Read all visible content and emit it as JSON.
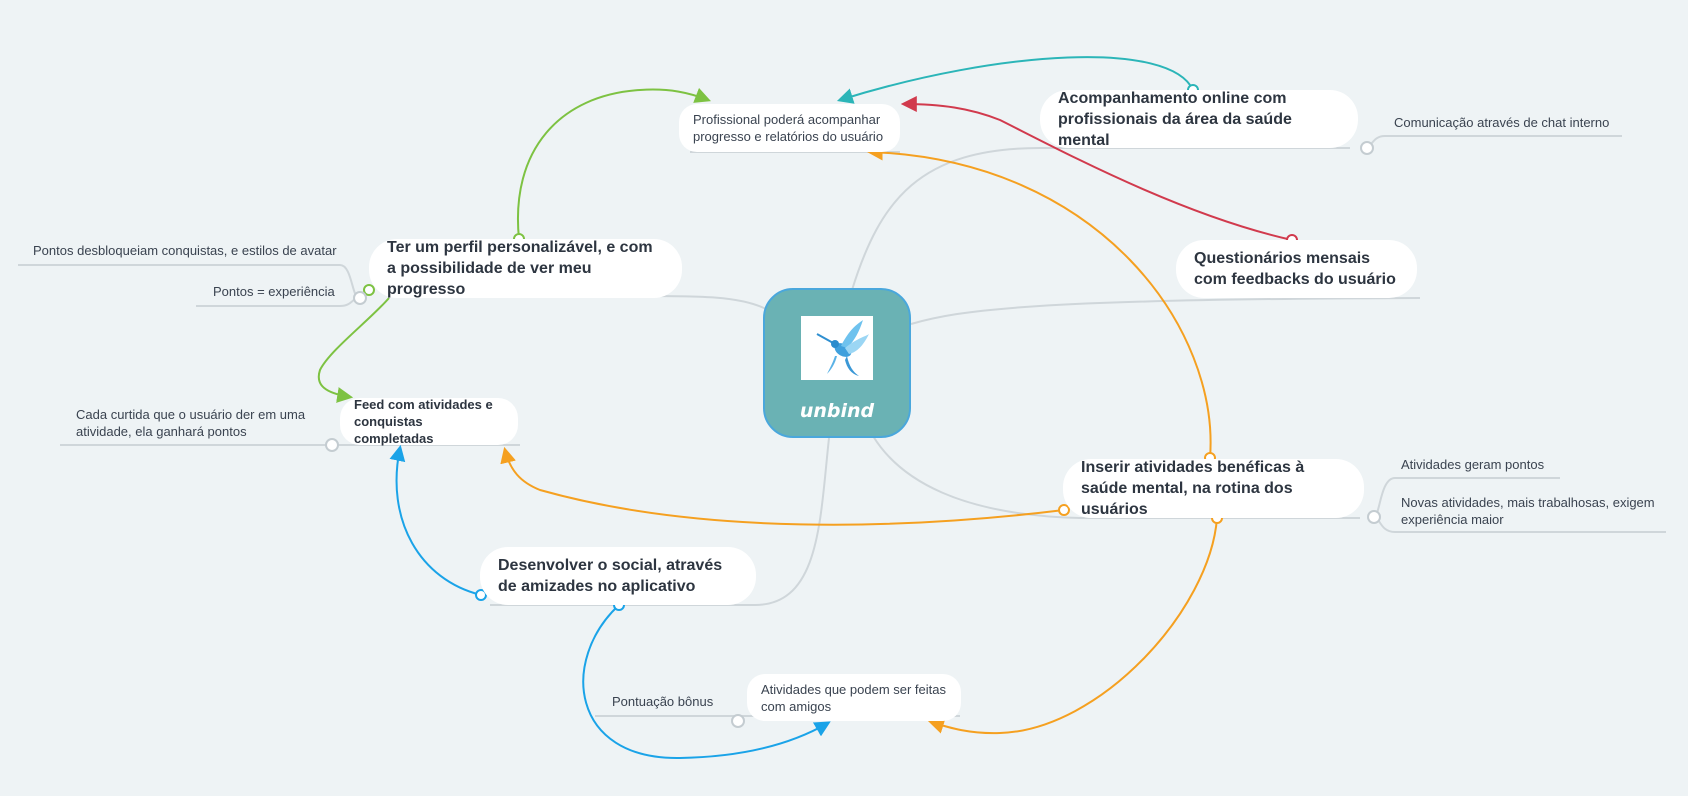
{
  "colors": {
    "background": "#eef3f5",
    "center_fill": "#6ab2b4",
    "center_border": "#4aa7dc",
    "green": "#7dc242",
    "teal": "#2bb5b8",
    "red": "#d13a4d",
    "orange": "#f5a020",
    "blue": "#1aa3e8",
    "branch_gray": "#cfd6da"
  },
  "center": {
    "label": "unbind",
    "logo_icon": "hummingbird-icon"
  },
  "nodes": {
    "profissional": "Profissional poderá acompanhar progresso e relatórios do usuário",
    "acompanhamento": "Acompanhamento online com profissionais da área da saúde mental",
    "perfil": "Ter um perfil personalizável, e com a possibilidade de ver meu progresso",
    "questionarios": "Questionários mensais com feedbacks do usuário",
    "feed": "Feed com atividades e conquistas completadas",
    "inserir": "Inserir atividades benéficas à saúde mental, na rotina dos usuários",
    "social": "Desenvolver o social, através de amizades no aplicativo",
    "amigos": "Atividades que podem ser feitas com amigos"
  },
  "leaves": {
    "comunicacao": "Comunicação através de chat interno",
    "pontos_desbloqueiam": "Pontos desbloqueiam conquistas, e estilos de avatar",
    "pontos_experiencia": "Pontos = experiência",
    "cada_curtida": "Cada curtida que o usuário der em uma atividade, ela ganhará pontos",
    "atividades_geram": "Atividades geram pontos",
    "novas_atividades": "Novas atividades, mais trabalhosas, exigem experiência maior",
    "pontuacao_bonus": "Pontuação bônus"
  }
}
